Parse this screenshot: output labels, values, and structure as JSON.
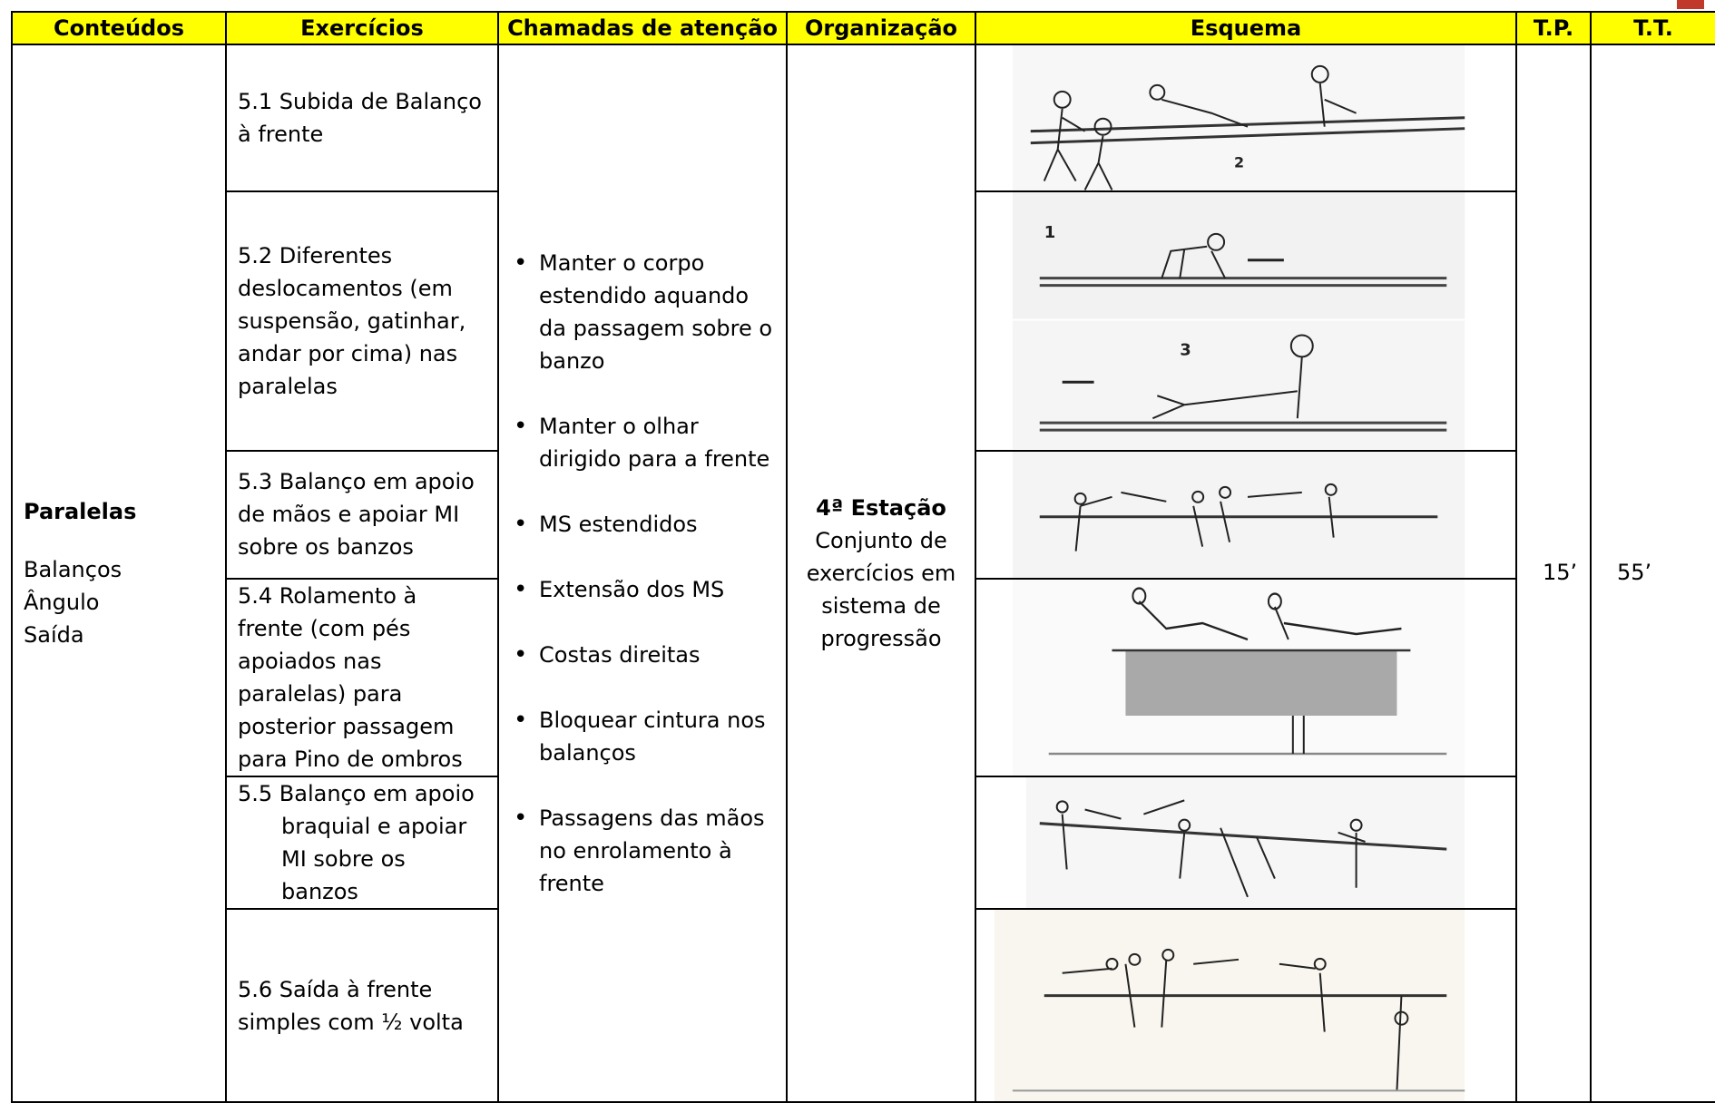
{
  "headers": {
    "conteudos": "Conteúdos",
    "exercicios": "Exercícios",
    "chamadas": "Chamadas de atenção",
    "organizacao": "Organização",
    "esquema": "Esquema",
    "tp": "T.P.",
    "tt": "T.T."
  },
  "conteudos": {
    "title": "Paralelas",
    "items": [
      "Balanços",
      "Ângulo",
      "Saída"
    ]
  },
  "exercicios": [
    "5.1 Subida de Balanço à frente",
    "5.2 Diferentes deslocamentos (em suspensão, gatinhar, andar por cima) nas paralelas",
    "5.3 Balanço em apoio de mãos e apoiar MI sobre os banzos",
    "5.4 Rolamento à frente (com pés apoiados nas paralelas) para posterior passagem para Pino de ombros",
    "5.5 Balanço em apoio braquial e apoiar MI sobre os banzos",
    "5.6 Saída à frente simples com ½ volta"
  ],
  "chamadas": [
    "Manter o corpo estendido aquando da passagem sobre o banzo",
    "Manter o olhar dirigido para a frente",
    "MS estendidos",
    "Extensão dos MS",
    "Costas direitas",
    "Bloquear cintura nos balanços",
    "Passagens das mãos no enrolamento à frente"
  ],
  "organizacao": {
    "title": "4ª Estação",
    "text": "Conjunto de exercícios em sistema de progressão"
  },
  "esquema": {
    "sketch_labels": [
      "2",
      "1",
      "3"
    ]
  },
  "tp": "15’",
  "tt": "55’",
  "colors": {
    "header_bg": "#ffff00",
    "border": "#000000",
    "corner_accent": "#c0392b"
  }
}
